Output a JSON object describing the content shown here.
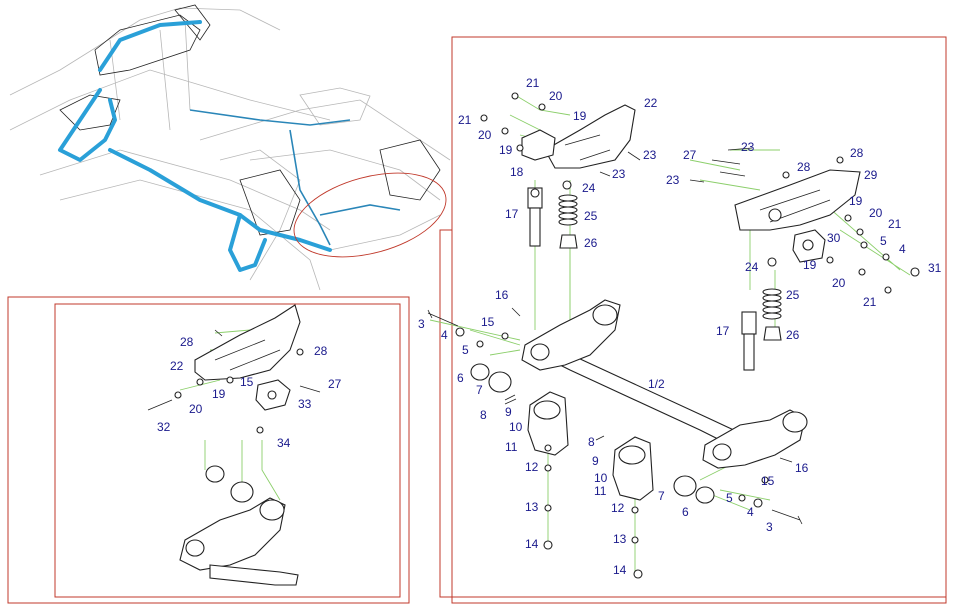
{
  "callouts_main": [
    "21",
    "20",
    "19",
    "22",
    "21",
    "20",
    "19",
    "23",
    "18",
    "24",
    "23",
    "17",
    "25",
    "26",
    "27",
    "23",
    "28",
    "28",
    "29",
    "23",
    "19",
    "20",
    "21",
    "5",
    "4",
    "30",
    "24",
    "19",
    "31",
    "20",
    "21",
    "16",
    "25",
    "3",
    "15",
    "4",
    "17",
    "26",
    "5",
    "6",
    "1/2",
    "7",
    "8",
    "9",
    "10",
    "11",
    "12",
    "13",
    "14",
    "8",
    "9",
    "10",
    "11",
    "7",
    "16",
    "15",
    "5",
    "6",
    "4",
    "3",
    "12",
    "13",
    "14"
  ],
  "callouts_inset": [
    "28",
    "28",
    "22",
    "15",
    "19",
    "27",
    "33",
    "20",
    "32",
    "34"
  ]
}
